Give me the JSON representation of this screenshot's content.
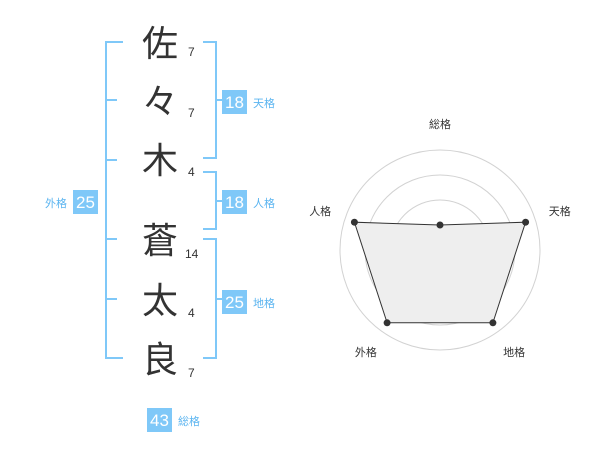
{
  "name_chars": [
    {
      "char": "佐",
      "strokes": "7"
    },
    {
      "char": "々",
      "strokes": "7"
    },
    {
      "char": "木",
      "strokes": "4"
    },
    {
      "char": "蒼",
      "strokes": "14"
    },
    {
      "char": "太",
      "strokes": "4"
    },
    {
      "char": "良",
      "strokes": "7"
    }
  ],
  "kakusu": {
    "tenkaku": {
      "value": "18",
      "label": "天格"
    },
    "jinkaku": {
      "value": "18",
      "label": "人格"
    },
    "chikaku": {
      "value": "25",
      "label": "地格"
    },
    "gaikaku": {
      "value": "25",
      "label": "外格"
    },
    "soukaku": {
      "value": "43",
      "label": "総格"
    }
  },
  "colors": {
    "accent": "#7fc8f8",
    "accent_text": "#5ab4f0",
    "text": "#333333",
    "grid": "#d2d2d2",
    "fill": "#eeeeee"
  },
  "chart_data": {
    "type": "radar",
    "axes": [
      "総格",
      "天格",
      "地格",
      "外格",
      "人格"
    ],
    "values": [
      0.25,
      0.9,
      0.9,
      0.9,
      0.9
    ],
    "grid_rings": 4
  }
}
